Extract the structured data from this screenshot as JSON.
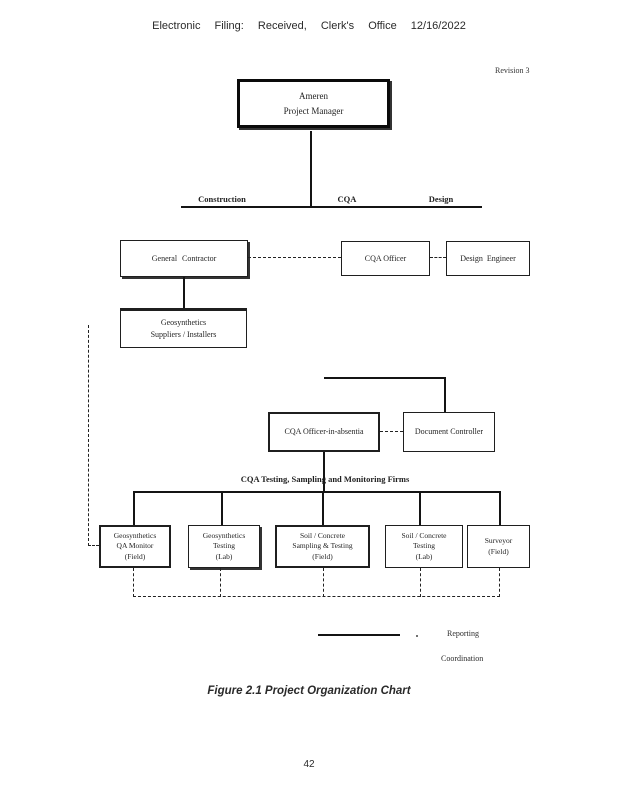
{
  "document": {
    "header": "Electronic Filing: Received, Clerk's Office 12/16/2022",
    "revision": "Revision 3",
    "figure_caption": "Figure 2.1  Project Organization Chart",
    "page_number": "42"
  },
  "org_chart": {
    "top_box": {
      "line1": "Ameren",
      "line2": "Project Manager"
    },
    "branch_labels": {
      "construction": "Construction",
      "cqa": "CQA",
      "design": "Design"
    },
    "general_contractor": "General Contractor",
    "cqa_officer": "CQA Officer",
    "design_engineer": "Design Engineer",
    "geosynthetics": {
      "line1": "Geosynthetics",
      "line2": "Suppliers / Installers"
    },
    "cqa_officer_in_absentia": "CQA Officer-in-absentia",
    "document_controller": "Document Controller",
    "firms_heading": "CQA Testing, Sampling and Monitoring Firms",
    "firms": [
      {
        "lines": [
          "Geosynthetics",
          "QA Monitor",
          "(Field)"
        ]
      },
      {
        "lines": [
          "Geosynthetics",
          "Testing",
          "(Lab)"
        ]
      },
      {
        "lines": [
          "Soil / Concrete",
          "Sampling & Testing",
          "(Field)"
        ]
      },
      {
        "lines": [
          "Soil / Concrete",
          "Testing",
          "(Lab)"
        ]
      },
      {
        "lines": [
          "Surveyor",
          "(Field)"
        ]
      }
    ],
    "legend": {
      "reporting": "Reporting",
      "coordination": "Coordination"
    }
  },
  "colors": {
    "ink": "#1f1f1f",
    "paper": "#ffffff"
  }
}
